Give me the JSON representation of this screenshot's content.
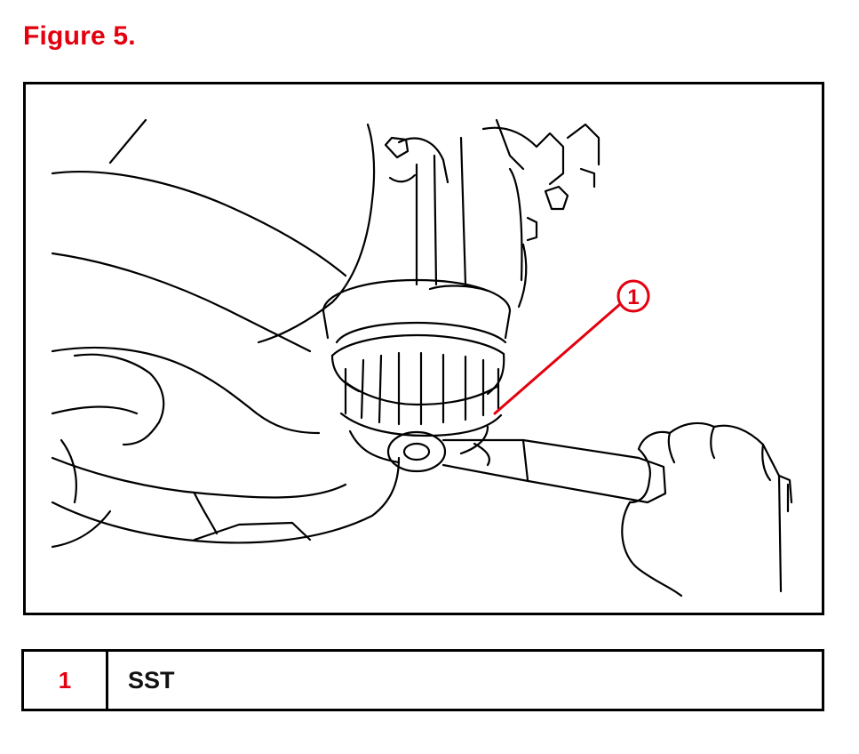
{
  "figure": {
    "title": "Figure 5.",
    "callout_number": "1",
    "callout_color": "#e3000f"
  },
  "legend": {
    "rows": [
      {
        "number": "1",
        "description": "SST"
      }
    ]
  },
  "colors": {
    "title": "#e3000f",
    "line_art": "#000000",
    "callout_line": "#e3000f"
  }
}
